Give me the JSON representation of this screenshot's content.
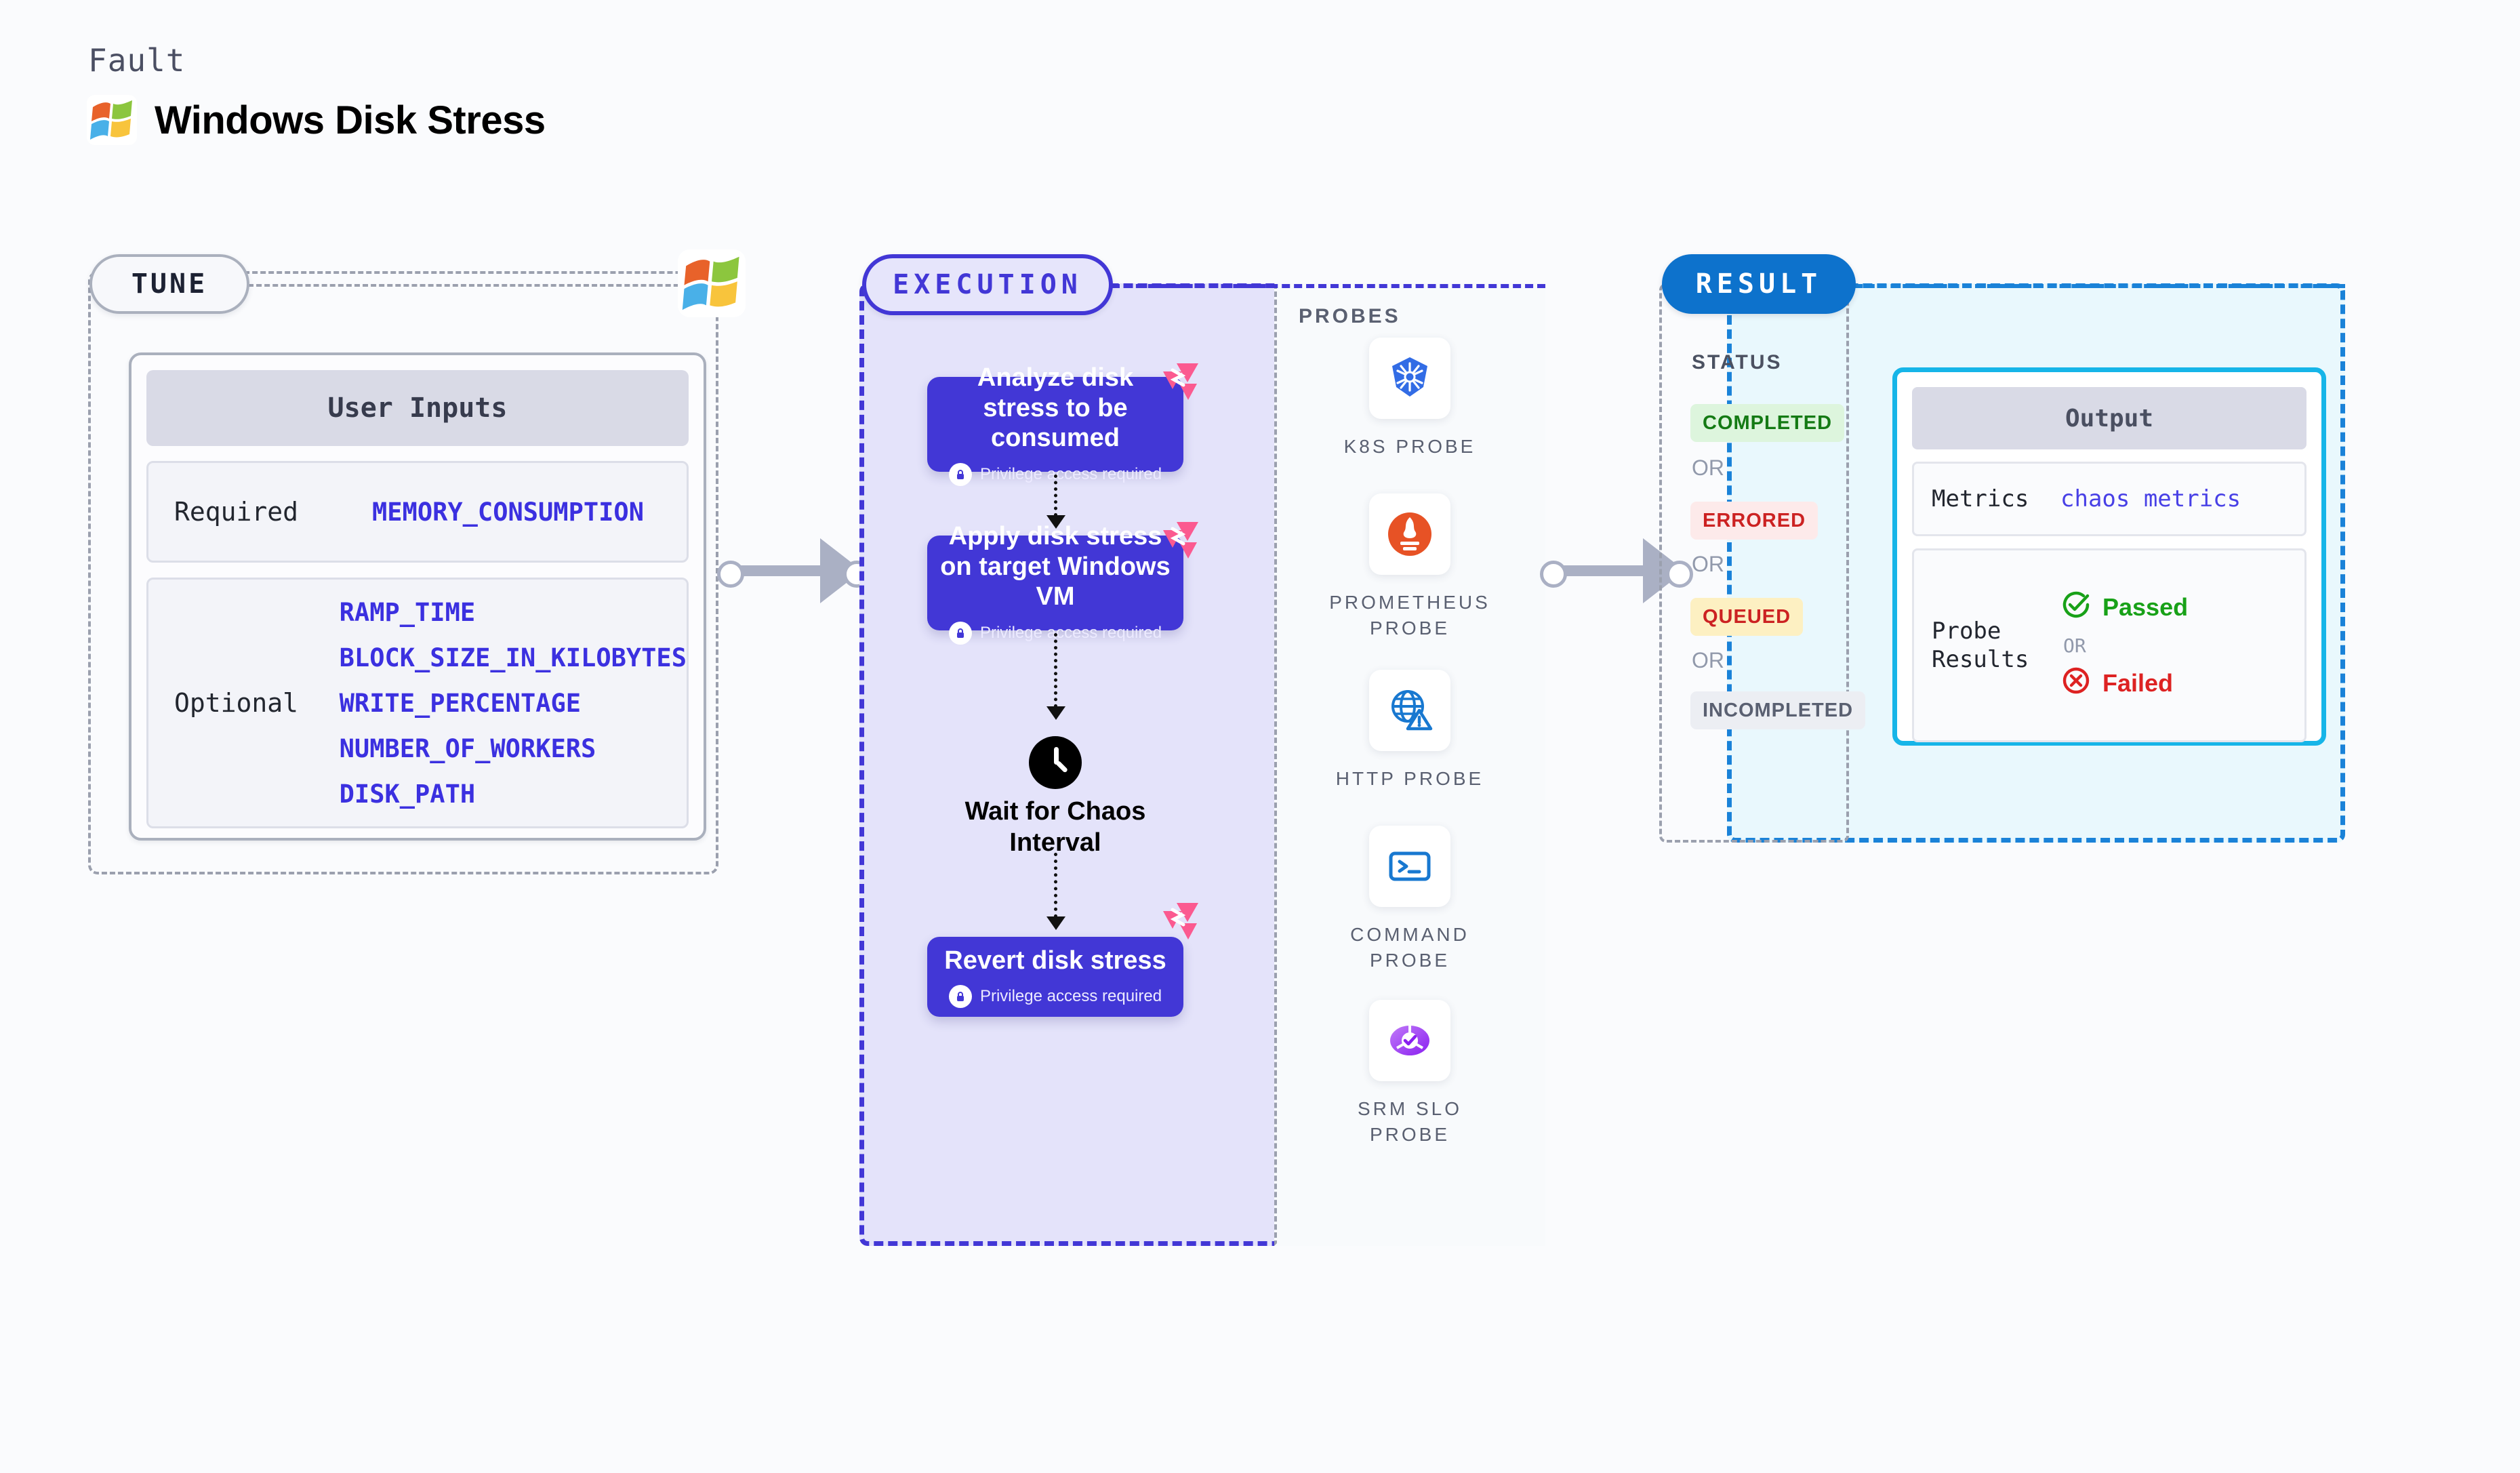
{
  "header": {
    "kicker": "Fault",
    "title": "Windows Disk Stress",
    "logo_icon": "windows-logo-icon"
  },
  "stages": {
    "tune": {
      "label": "TUNE"
    },
    "execution": {
      "label": "EXECUTION"
    },
    "result": {
      "label": "RESULT"
    }
  },
  "tune": {
    "card_title": "User Inputs",
    "required": {
      "label": "Required",
      "values": [
        "MEMORY_CONSUMPTION"
      ]
    },
    "optional": {
      "label": "Optional",
      "values": [
        "RAMP_TIME",
        "BLOCK_SIZE_IN_KILOBYTES",
        "WRITE_PERCENTAGE",
        "NUMBER_OF_WORKERS",
        "DISK_PATH"
      ]
    }
  },
  "execution": {
    "steps": [
      {
        "title": "Analyze disk stress to be consumed",
        "privilege_note": "Privilege access required",
        "lock_icon": "lock-icon",
        "badge_icon": "chaos-fault-badge-icon"
      },
      {
        "title": "Apply disk stress on target Windows VM",
        "privilege_note": "Privilege access required",
        "lock_icon": "lock-icon",
        "badge_icon": "chaos-fault-badge-icon"
      },
      {
        "title": "Revert disk stress",
        "privilege_note": "Privilege access required",
        "lock_icon": "lock-icon",
        "badge_icon": "chaos-fault-badge-icon"
      }
    ],
    "wait": {
      "label": "Wait for Chaos Interval",
      "icon": "clock-icon"
    }
  },
  "probes": {
    "caption": "PROBES",
    "items": [
      {
        "label": "K8S PROBE",
        "icon": "kubernetes-icon"
      },
      {
        "label": "PROMETHEUS PROBE",
        "icon": "prometheus-icon"
      },
      {
        "label": "HTTP PROBE",
        "icon": "http-globe-warning-icon"
      },
      {
        "label": "COMMAND PROBE",
        "icon": "terminal-icon"
      },
      {
        "label": "SRM SLO PROBE",
        "icon": "srm-slo-icon"
      }
    ]
  },
  "result": {
    "status_caption": "STATUS",
    "or_label": "OR",
    "statuses": [
      {
        "label": "COMPLETED",
        "color": "#147a14",
        "bg": "#ddf5dd"
      },
      {
        "label": "ERRORED",
        "color": "#cc2222",
        "bg": "#fdeaea"
      },
      {
        "label": "QUEUED",
        "color": "#cc2222",
        "bg": "#fdf0c2"
      },
      {
        "label": "INCOMPLETED",
        "color": "#5a6071",
        "bg": "#eceef3"
      }
    ],
    "output": {
      "title": "Output",
      "metrics_label": "Metrics",
      "metrics_value": "chaos metrics",
      "probe_results_label": "Probe Results",
      "passed_label": "Passed",
      "failed_label": "Failed",
      "or_label": "OR",
      "passed_icon": "check-circle-icon",
      "failed_icon": "x-circle-icon"
    }
  },
  "colors": {
    "accent_purple": "#4237d6",
    "accent_blue": "#0d72cc",
    "accent_cyan": "#16b5e8",
    "chaos_pink": "#fb5a90",
    "mono_value": "#3b30e0",
    "muted": "#9ba0ae"
  }
}
